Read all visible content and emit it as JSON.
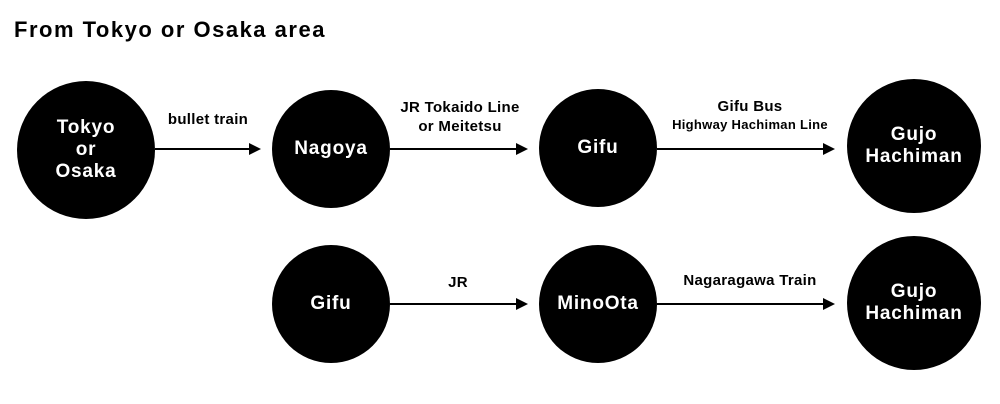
{
  "title": "From Tokyo or Osaka area",
  "colors": {
    "node_fill": "#000000",
    "node_text": "#ffffff",
    "arrow": "#000000",
    "background": "#ffffff"
  },
  "routes": [
    {
      "nodes": [
        {
          "label": "Tokyo\nor\nOsaka"
        },
        {
          "label": "Nagoya"
        },
        {
          "label": "Gifu"
        },
        {
          "label": "Gujo\nHachiman"
        }
      ],
      "edges": [
        {
          "label_line1": "bullet train",
          "label_line2": ""
        },
        {
          "label_line1": "JR Tokaido Line",
          "label_line2": "or Meitetsu"
        },
        {
          "label_line1": "Gifu Bus",
          "label_line2": "Highway Hachiman Line"
        }
      ]
    },
    {
      "nodes": [
        {
          "label": "Gifu"
        },
        {
          "label": "MinoOta"
        },
        {
          "label": "Gujo\nHachiman"
        }
      ],
      "edges": [
        {
          "label_line1": "JR",
          "label_line2": ""
        },
        {
          "label_line1": "Nagaragawa Train",
          "label_line2": ""
        }
      ]
    }
  ]
}
